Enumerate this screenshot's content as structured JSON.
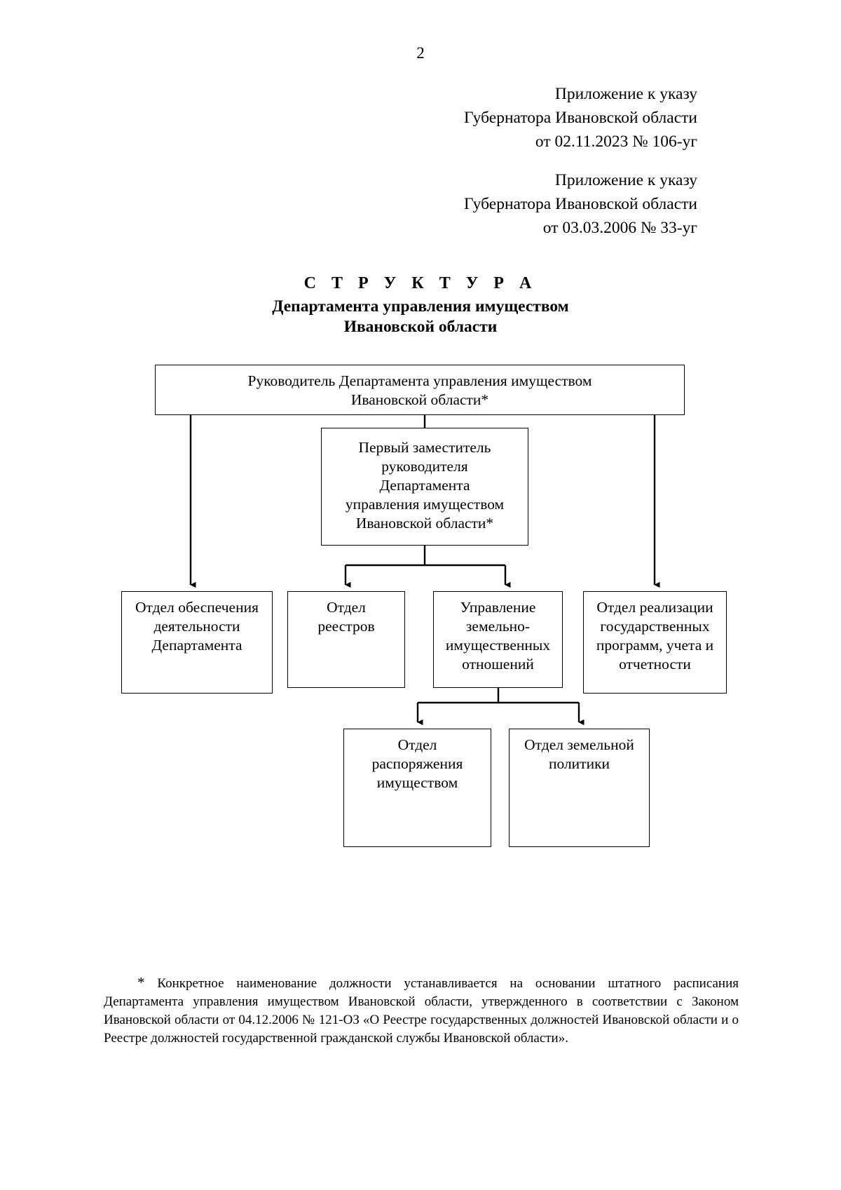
{
  "page": {
    "number": "2"
  },
  "appendix_first": {
    "line1": "Приложение к указу",
    "line2": "Губернатора Ивановской области",
    "line3": "от 02.11.2023 № 106-уг"
  },
  "appendix_second": {
    "line1": "Приложение к указу",
    "line2": "Губернатора Ивановской области",
    "line3": "от 03.03.2006 № 33-уг"
  },
  "title": {
    "word": "С Т Р У К Т У Р А",
    "line1": "Департамента управления имуществом",
    "line2": "Ивановской области"
  },
  "chart_data": {
    "type": "diagram",
    "title": "Структура Департамента управления имуществом Ивановской области",
    "nodes": [
      {
        "id": "head",
        "level": 0,
        "lines": [
          "Руководитель Департамента управления имуществом",
          "Ивановской области*"
        ]
      },
      {
        "id": "deputy",
        "level": 1,
        "lines": [
          "Первый заместитель",
          "руководителя",
          "Департамента",
          "управления имуществом",
          "Ивановской области*"
        ]
      },
      {
        "id": "support",
        "level": 2,
        "lines": [
          "Отдел обеспечения",
          "деятельности",
          "Департамента"
        ]
      },
      {
        "id": "registry",
        "level": 2,
        "lines": [
          "Отдел",
          "реестров"
        ]
      },
      {
        "id": "landmgmt",
        "level": 2,
        "lines": [
          "Управление",
          "земельно-",
          "имущественных",
          "отношений"
        ]
      },
      {
        "id": "programs",
        "level": 2,
        "lines": [
          "Отдел реализации",
          "государственных",
          "программ, учета и",
          "отчетности"
        ]
      },
      {
        "id": "disposal",
        "level": 3,
        "lines": [
          "Отдел",
          "распоряжения",
          "имуществом"
        ]
      },
      {
        "id": "landpol",
        "level": 3,
        "lines": [
          "Отдел земельной",
          "политики"
        ]
      }
    ],
    "edges": [
      {
        "from": "head",
        "to": "support"
      },
      {
        "from": "head",
        "to": "deputy"
      },
      {
        "from": "head",
        "to": "programs"
      },
      {
        "from": "deputy",
        "to": "registry"
      },
      {
        "from": "deputy",
        "to": "landmgmt"
      },
      {
        "from": "landmgmt",
        "to": "disposal"
      },
      {
        "from": "landmgmt",
        "to": "landpol"
      }
    ],
    "edge_style": "orthogonal-arrow",
    "colors": {
      "line": "#000000",
      "box_border": "#000000",
      "background": "#ffffff"
    }
  },
  "footnote": {
    "star": "*",
    "text": "Конкретное наименование должности устанавливается на основании штатного расписания Департамента управления имуществом Ивановской области, утвержденного в соответствии с Законом Ивановской области от 04.12.2006 № 121-ОЗ «О Реестре государственных должностей Ивановской области и о Реестре должностей государственной гражданской службы Ивановской области»."
  }
}
